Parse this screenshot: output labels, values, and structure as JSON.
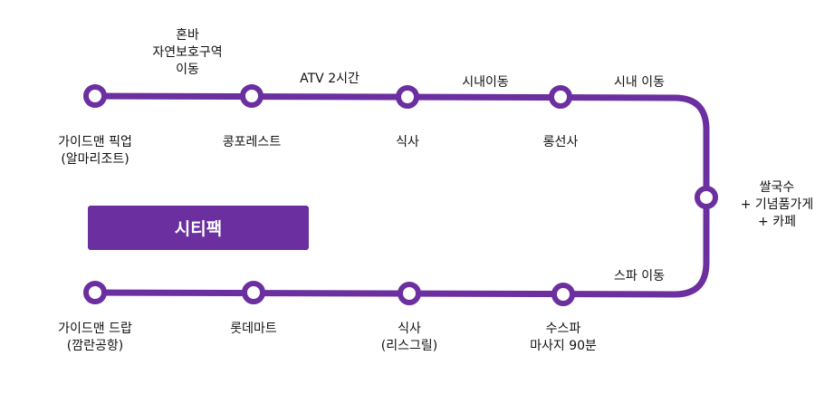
{
  "colors": {
    "route": "#6b2fa0",
    "node_fill": "#ffffff",
    "badge_bg": "#6b2fa0"
  },
  "badge": "시티팩",
  "stops": [
    {
      "lines": [
        "가이드맨 픽업",
        "(알마리조트)"
      ]
    },
    {
      "lines": [
        "콩포레스트"
      ]
    },
    {
      "lines": [
        "식사"
      ]
    },
    {
      "lines": [
        "롱선사"
      ]
    },
    {
      "lines": [
        "쌀국수",
        "+ 기념품가게",
        "+ 카페"
      ]
    },
    {
      "lines": [
        "수스파",
        "마사지 90분"
      ]
    },
    {
      "lines": [
        "식사",
        "(리스그릴)"
      ]
    },
    {
      "lines": [
        "롯데마트"
      ]
    },
    {
      "lines": [
        "가이드맨 드랍",
        "(깜란공항)"
      ]
    }
  ],
  "segments": [
    {
      "lines": [
        "혼바",
        "자연보호구역",
        "이동"
      ]
    },
    {
      "lines": [
        "ATV 2시간"
      ]
    },
    {
      "lines": [
        "시내이동"
      ]
    },
    {
      "lines": [
        "시내 이동"
      ]
    },
    {
      "lines": [
        "스파 이동"
      ]
    }
  ]
}
